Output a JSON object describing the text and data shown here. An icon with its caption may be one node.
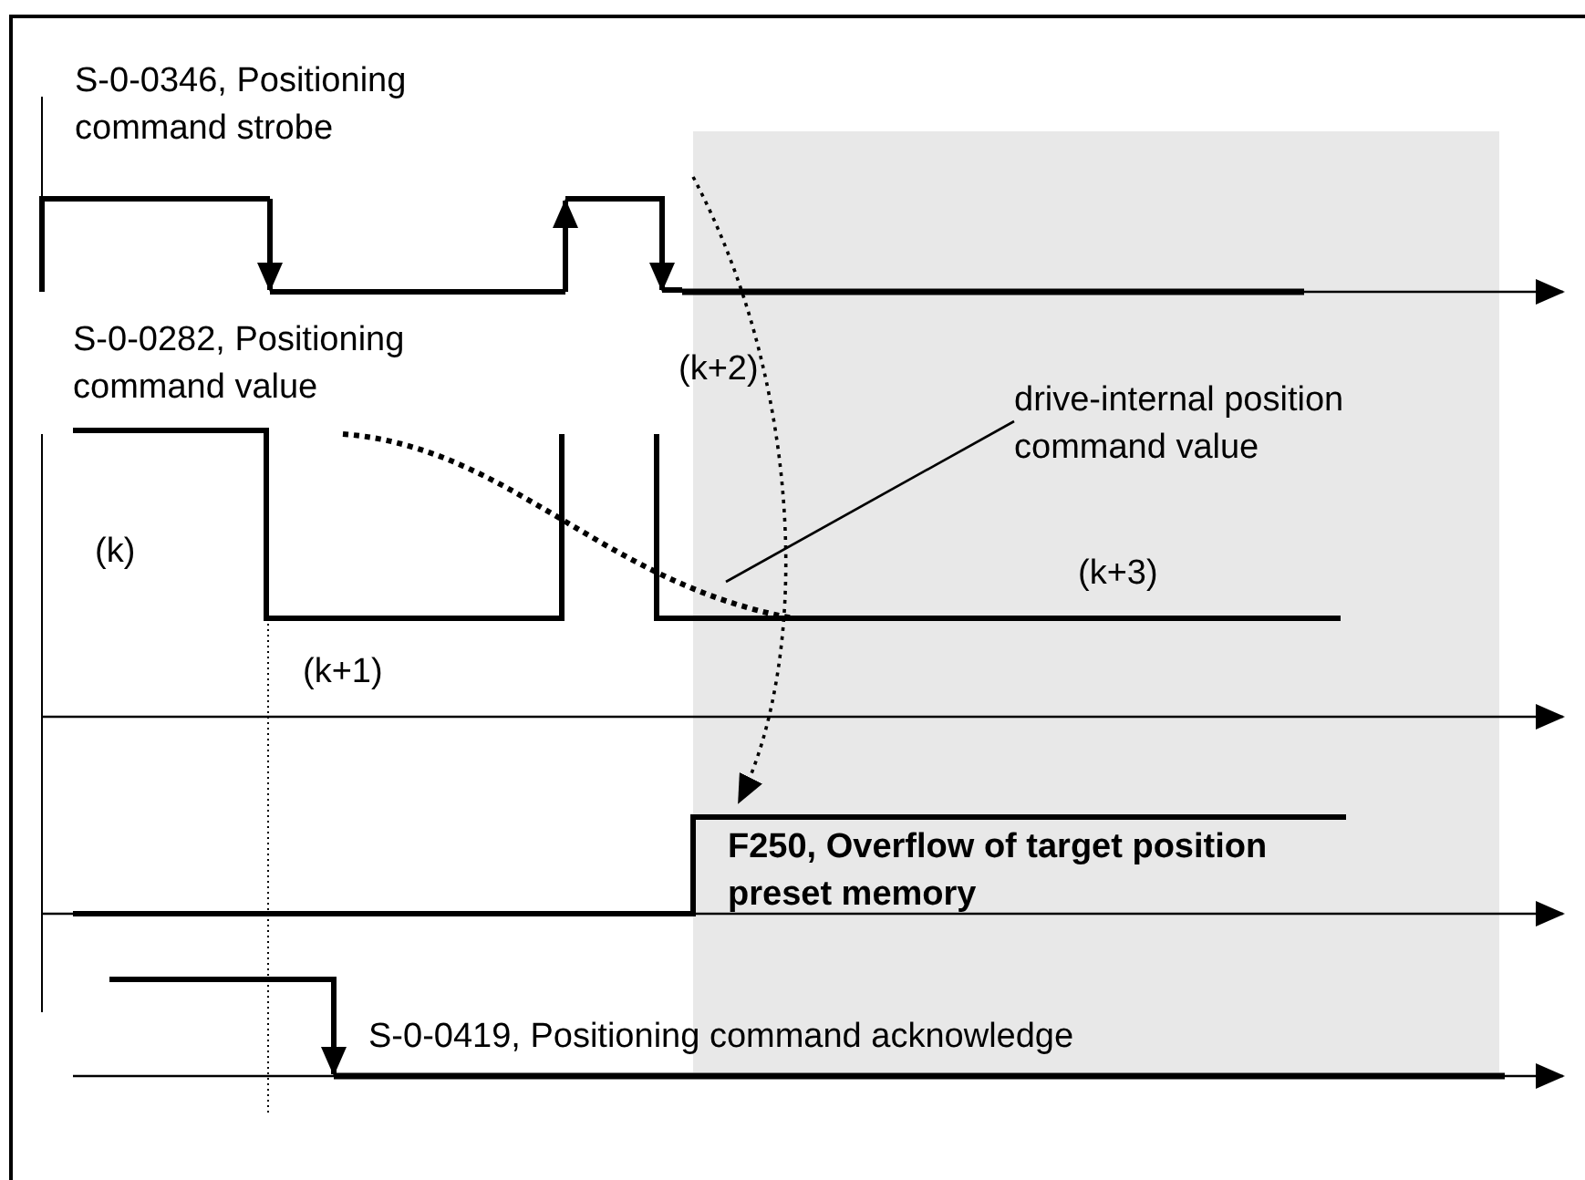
{
  "diagram": {
    "nodes": [
      {
        "text": [
          "F250, Overflow of target position preset memory"
        ]
      },
      {
        "text": [
          "drive-internal position command value"
        ]
      }
    ],
    "edges": [
      {
        "from": null,
        "to": 0,
        "arrow": "to",
        "style": "dashed"
      },
      {
        "from": 1,
        "to": null,
        "arrow": "none"
      }
    ],
    "labels": [
      "S-0-0346, Positioning command strobe",
      "S-0-0282, Positioning command value",
      "(k+2)",
      "(k)",
      "(k+3)",
      "(k+1)",
      "S-0-0419, Positioning command acknowledge"
    ]
  }
}
